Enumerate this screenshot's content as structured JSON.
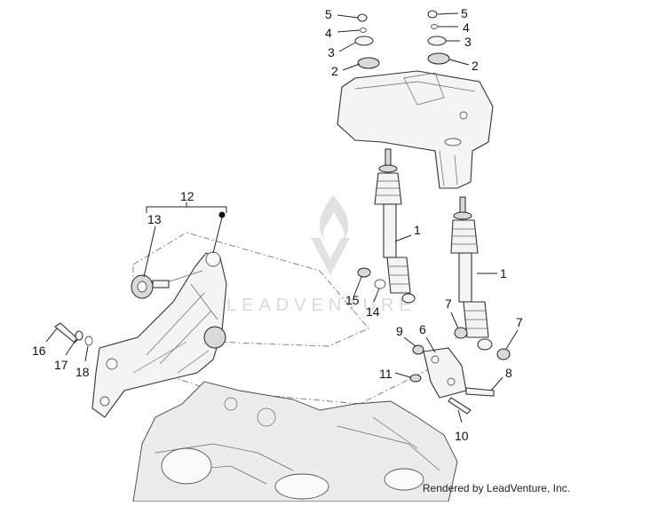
{
  "callouts": {
    "c1a": "1",
    "c1b": "1",
    "c2a": "2",
    "c2b": "2",
    "c3a": "3",
    "c3b": "3",
    "c4a": "4",
    "c4b": "4",
    "c5a": "5",
    "c5b": "5",
    "c6": "6",
    "c7a": "7",
    "c7b": "7",
    "c8": "8",
    "c9": "9",
    "c10": "10",
    "c11": "11",
    "c12": "12",
    "c13": "13",
    "c14": "14",
    "c15": "15",
    "c16": "16",
    "c17": "17",
    "c18": "18"
  },
  "watermark": {
    "text": "LEADVENTURE"
  },
  "footer": {
    "credit": "Rendered by LeadVenture, Inc."
  }
}
